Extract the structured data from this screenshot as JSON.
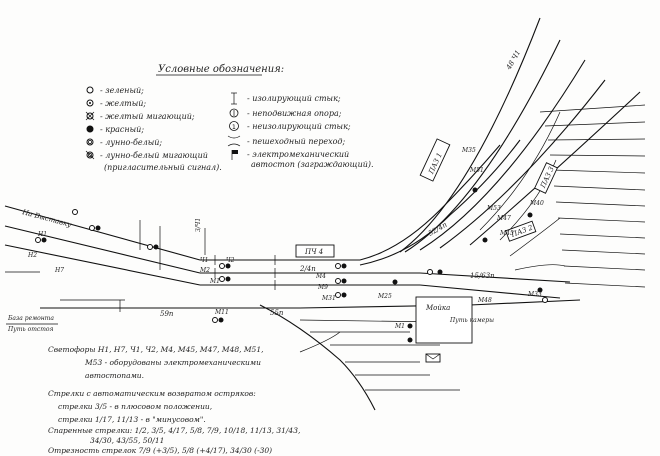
{
  "legend": {
    "title": "Условные обозначения:",
    "signal_items": [
      "- зеленый;",
      "- желтый;",
      "- желтый мигающий;",
      "- красный;",
      "- лунно-белый;",
      "- лунно-белый мигающий",
      "(пригласительный сигнал)."
    ],
    "symbol_items": [
      "- изолирующий стык;",
      "- неподвижная опора;",
      "- неизолирующий стык;",
      "- пешеходный переход;",
      "- электромеханический",
      "автостоп (заграждающий)."
    ]
  },
  "notes": [
    "Светофоры Н1, Н7, Ч1, Ч2, М4, М45, М47, М48, М51,",
    "М53 - оборудованы электромеханическими",
    "автостопами.",
    "Стрелки с автоматическим возвратом остряков:",
    "стрелки 3/5 - в плюсовом положении,",
    "стрелки 1/17, 11/13 - в \"минусовом\".",
    "Спаренные стрелки: 1/2, 3/5, 4/17, 5/8, 7/9, 10/18, 11/13, 31/43,",
    "34/30, 43/55, 50/11",
    "Отрезность стрелок 7/9 (+3/5), 5/8 (+4/17), 34/30 (-30)"
  ],
  "labels": {
    "direction_left": "На Выставку",
    "platform": "ПЧ 4",
    "depot_note": "База ремонта",
    "depot_note2": "Путь отстоя",
    "box_label": "Мойка",
    "box_label2": "Путь камеры",
    "slanted1": "ПАЗ 1",
    "slanted2": "ПАЗ 2",
    "slanted3": "ПАЗ 3",
    "track_num_top": "48 Ч1",
    "circle_label": "Ч2",
    "track_2_4p": "2/4п",
    "track_59p": "59п",
    "track_55p": "55п",
    "track_52p": "52/4п",
    "track_63p": "15/63п",
    "kazakh_label": "З/Ч1",
    "scale_1": "М51",
    "scale_2": "М53",
    "scale_3": "М47",
    "scale_4": "М45",
    "sig_m35": "М35",
    "sig_m40": "М40",
    "sig_m33": "М33",
    "sig_m25": "М25",
    "sig_h1": "Н1",
    "sig_h2": "Н2",
    "sig_m11": "М11",
    "sig_m2": "М2",
    "sig_m1": "М1",
    "sig_ch1": "Ч1",
    "sig_ch2": "Ч2",
    "sig_h7": "Н7",
    "sig_m4": "М4",
    "sig_m9": "М9",
    "sig_m31": "М31",
    "sig_m48": "М48",
    "sig_m1s": "М1"
  }
}
